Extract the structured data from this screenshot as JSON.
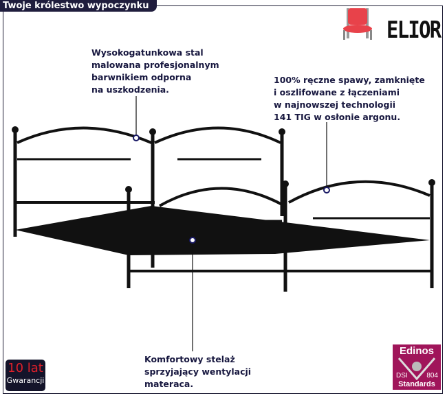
{
  "header": {
    "title": "Twoje królestwo wypoczynku"
  },
  "brand": {
    "name": "ELIOR"
  },
  "callouts": [
    {
      "lines": [
        "Wysokogatunkowa stal",
        "malowana profesjonalnym",
        "barwnikiem odporna",
        "na uszkodzenia."
      ]
    },
    {
      "lines": [
        "100% ręczne spawy, zamknięte",
        "i oszlifowane z łączeniami",
        "w najnowszej technologii",
        "141 TIG w osłonie argonu."
      ]
    },
    {
      "lines": [
        "Komfortowy stelaż",
        "sprzyjający wentylacji",
        "materaca."
      ]
    }
  ],
  "warranty": {
    "years": "10 lat",
    "label": "Gwarancji"
  },
  "certificate": {
    "brand": "Edinos",
    "left": "DSI",
    "right": "804",
    "label": "Standards"
  },
  "colors": {
    "accent": "#a0155a",
    "text": "#17173f",
    "header": "#1f1d3d"
  }
}
